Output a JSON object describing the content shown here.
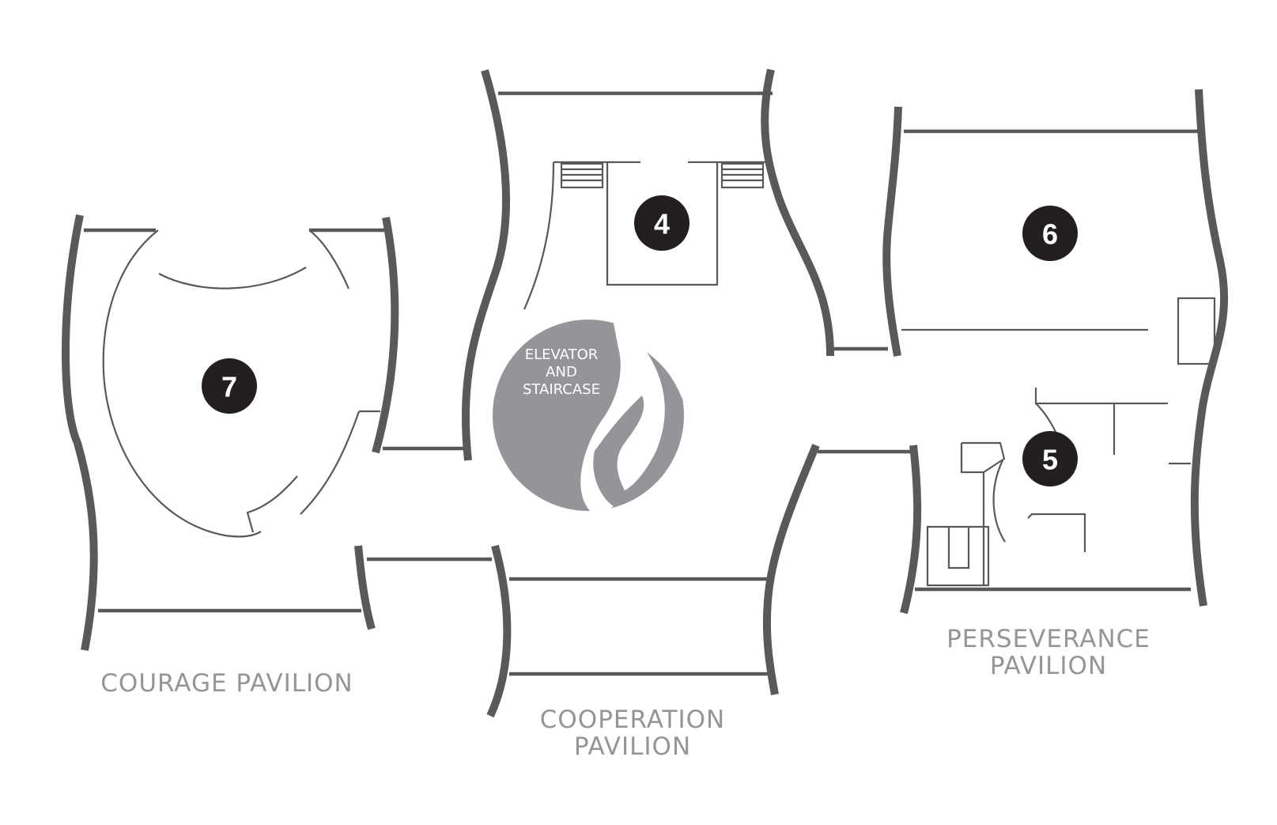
{
  "map": {
    "markers": [
      {
        "id": "marker-7",
        "label": "7"
      },
      {
        "id": "marker-4",
        "label": "4"
      },
      {
        "id": "marker-6",
        "label": "6"
      },
      {
        "id": "marker-5",
        "label": "5"
      }
    ],
    "elevator": {
      "line1": "ELEVATOR",
      "line2": "AND",
      "line3": "STAIRCASE",
      "color": "#939598"
    },
    "pavilions": {
      "courage": "COURAGE PAVILION",
      "cooperation_line1": "COOPERATION",
      "cooperation_line2": "PAVILION",
      "perseverance_line1": "PERSEVERANCE",
      "perseverance_line2": "PAVILION"
    },
    "colors": {
      "walls": "#58595b",
      "markers": "#231f20",
      "labels": "#939598"
    }
  }
}
